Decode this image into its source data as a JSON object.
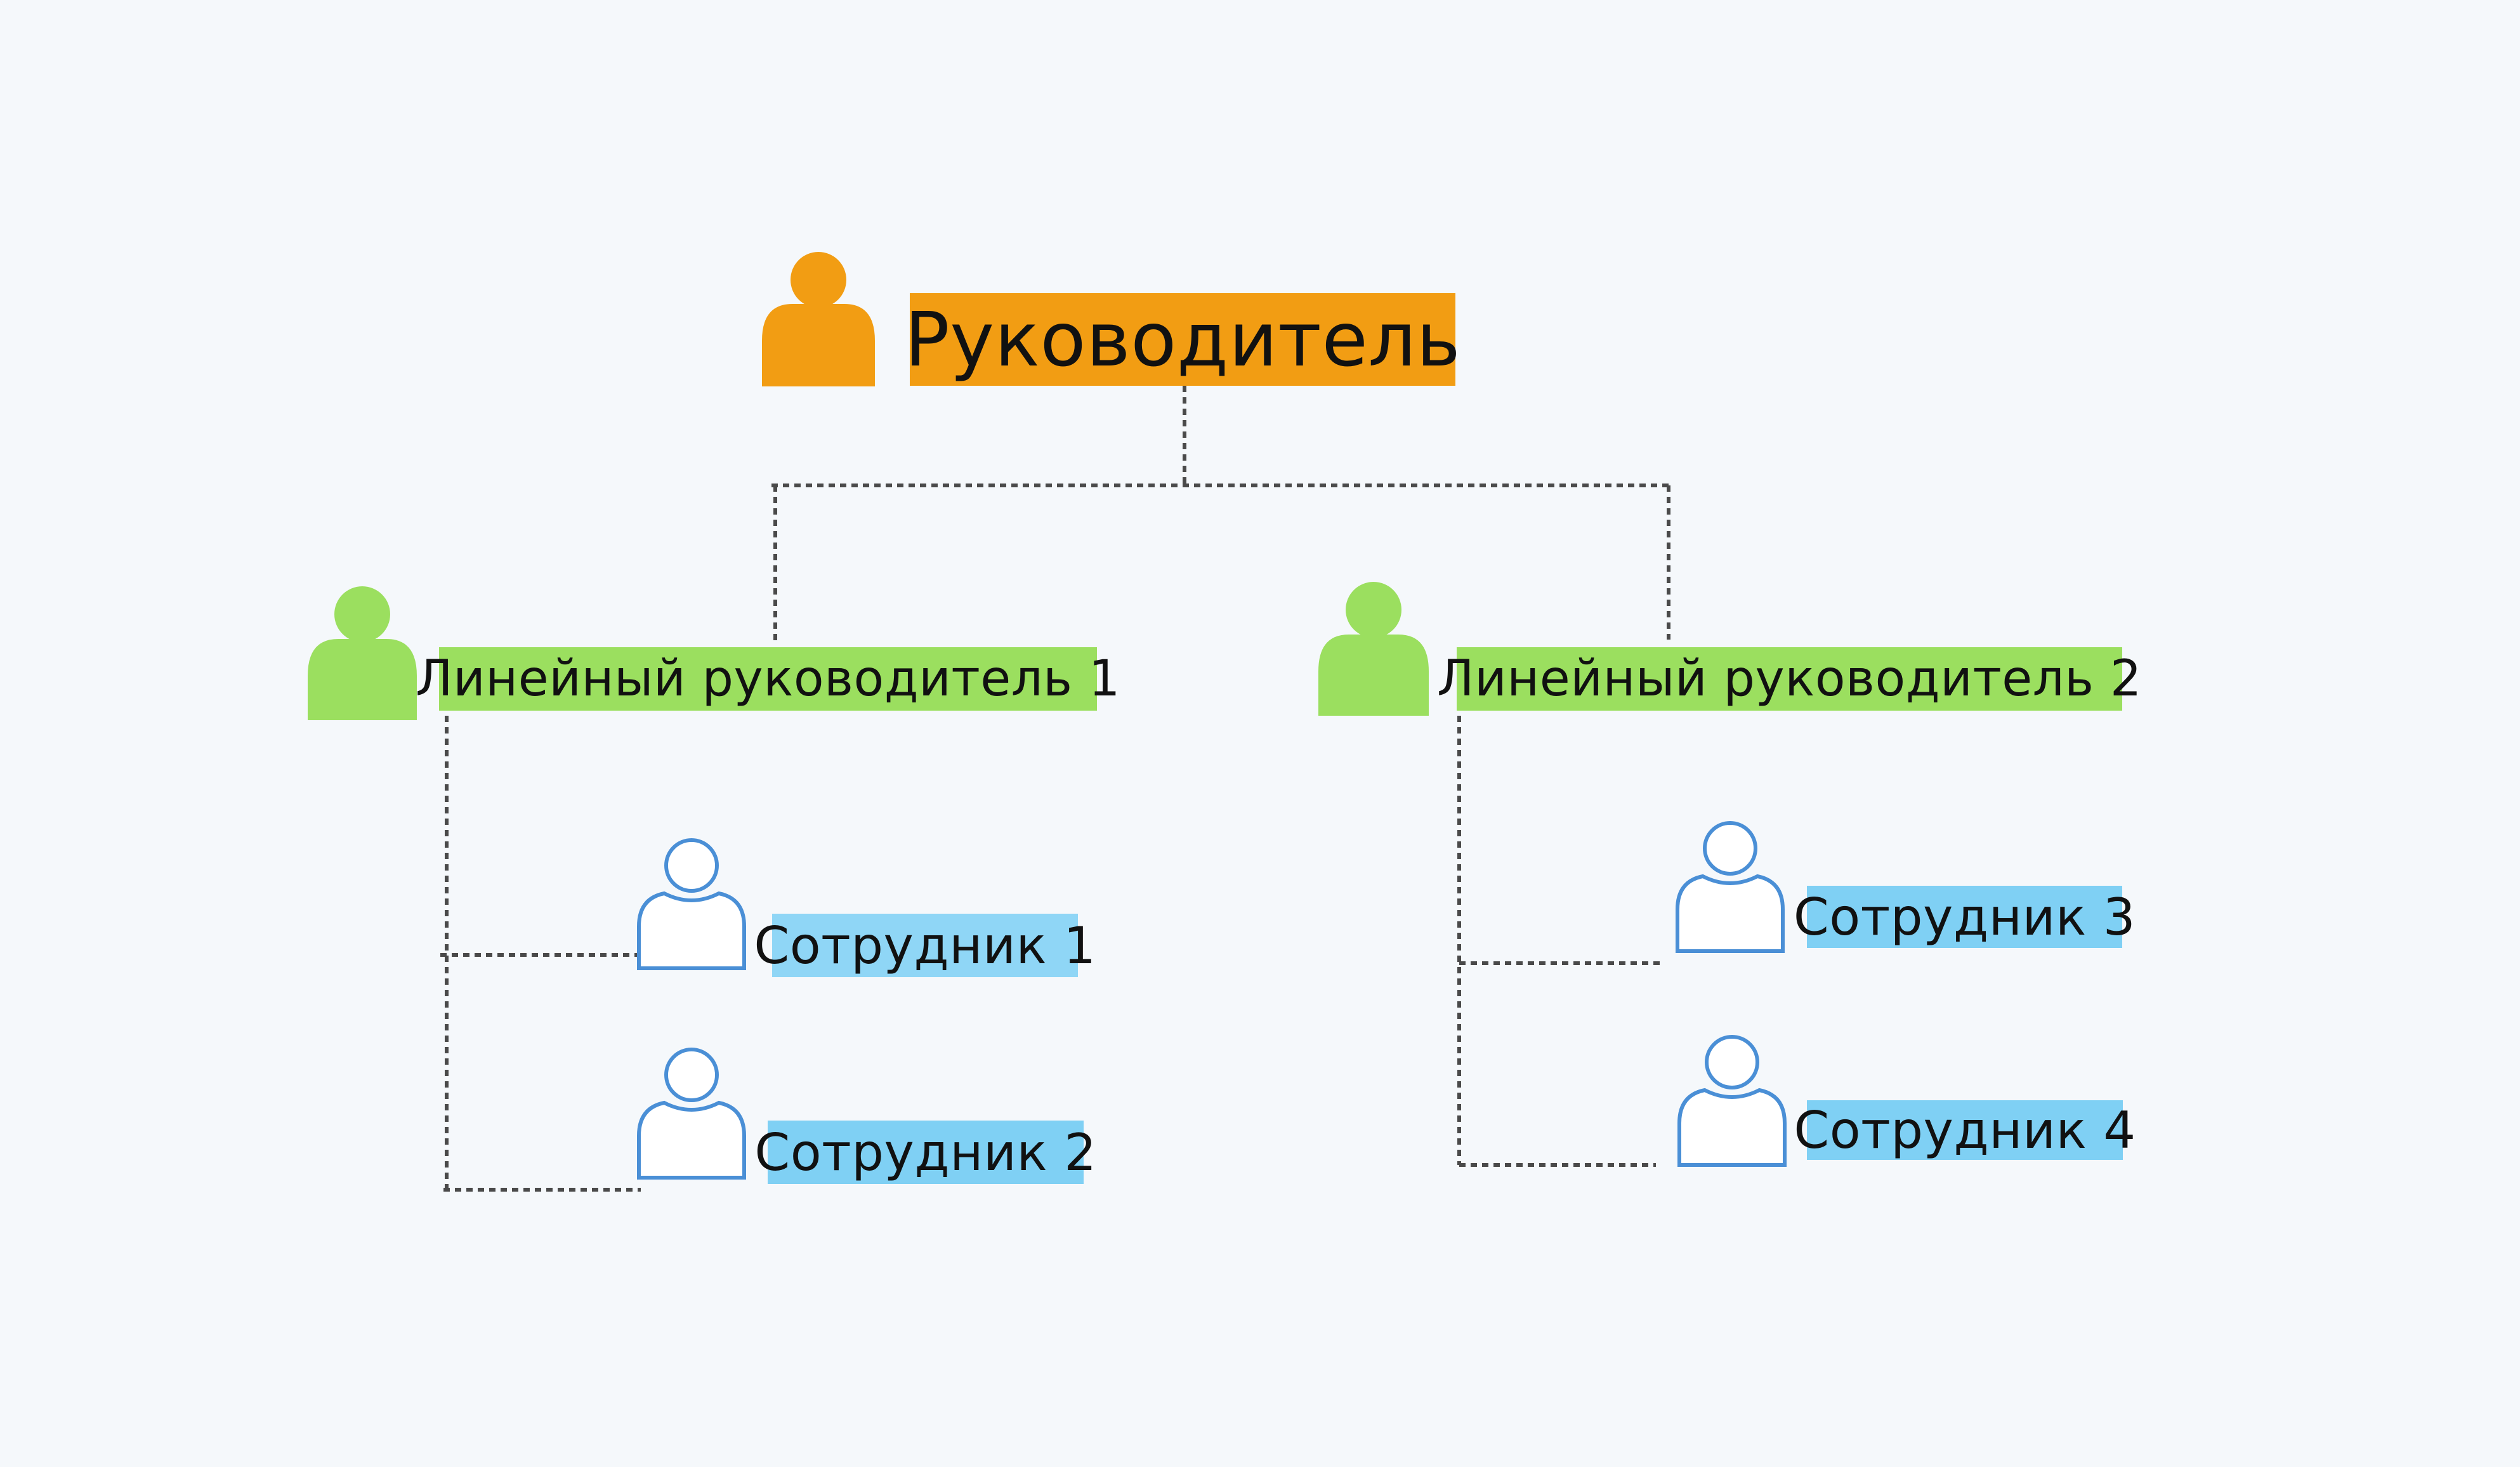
{
  "nodes": {
    "top_manager": {
      "label": "Руководитель",
      "color": "#f29d13"
    },
    "line_manager_1": {
      "label": "Линейный руководитель 1",
      "color": "#9bdf5f"
    },
    "line_manager_2": {
      "label": "Линейный руководитель 2",
      "color": "#9bdf5f"
    },
    "employee_1": {
      "label": "Сотрудник 1",
      "color": "#8fd6f6"
    },
    "employee_2": {
      "label": "Сотрудник 2",
      "color": "#7fd0f4"
    },
    "employee_3": {
      "label": "Сотрудник 3",
      "color": "#7fd0f4"
    },
    "employee_4": {
      "label": "Сотрудник 4",
      "color": "#7fd0f4"
    }
  },
  "icons": {
    "top_manager": "person-icon-filled",
    "line_manager": "person-icon-filled",
    "employee": "person-icon-outline"
  },
  "colors": {
    "background": "#f5f8fb",
    "connector": "#4a4a4a",
    "employee_icon_stroke": "#4a8fd6"
  }
}
